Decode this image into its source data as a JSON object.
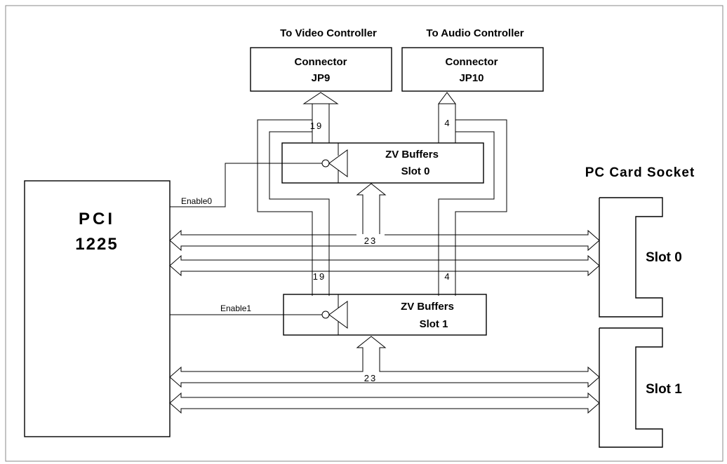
{
  "diagram": {
    "top_labels": {
      "video_controller": "To Video Controller",
      "audio_controller": "To Audio Controller"
    },
    "connectors": {
      "jp9": {
        "line1": "Connector",
        "line2": "JP9"
      },
      "jp10": {
        "line1": "Connector",
        "line2": "JP10"
      }
    },
    "pci_chip": {
      "line1": "PCI",
      "line2": "1225"
    },
    "zv_buffers": {
      "slot0": {
        "line1": "ZV Buffers",
        "line2": "Slot 0"
      },
      "slot1": {
        "line1": "ZV Buffers",
        "line2": "Slot 1"
      }
    },
    "signals": {
      "enable0": "Enable0",
      "enable1": "Enable1"
    },
    "bus_widths": {
      "video_upper": "19",
      "audio_upper": "4",
      "video_lower": "19",
      "audio_lower": "4",
      "slot0_bus": "23",
      "slot1_bus": "23"
    },
    "socket": {
      "title": "PC Card Socket",
      "slot0": "Slot 0",
      "slot1": "Slot 1"
    }
  }
}
